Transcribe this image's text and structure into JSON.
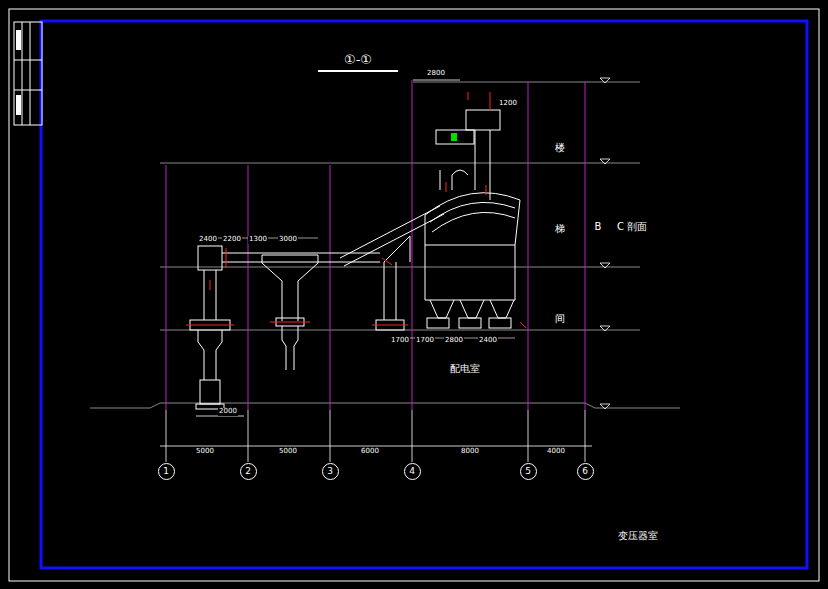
{
  "diagram": {
    "title": "①-①",
    "nodes": [
      {
        "text": [
          "1"
        ]
      },
      {
        "text": [
          "2"
        ]
      },
      {
        "text": [
          "3"
        ]
      },
      {
        "text": [
          "4"
        ]
      },
      {
        "text": [
          "5"
        ]
      },
      {
        "text": [
          "6"
        ]
      }
    ],
    "labels": [
      "2800",
      "1200",
      "2400",
      "2200",
      "1300",
      "3000",
      "1700",
      "1700",
      "2800",
      "2400",
      "2000",
      "5000",
      "5000",
      "6000",
      "8000",
      "4000",
      "楼",
      "梯",
      "间",
      "B",
      "C 剖面",
      "配电室",
      "变压器室"
    ]
  }
}
